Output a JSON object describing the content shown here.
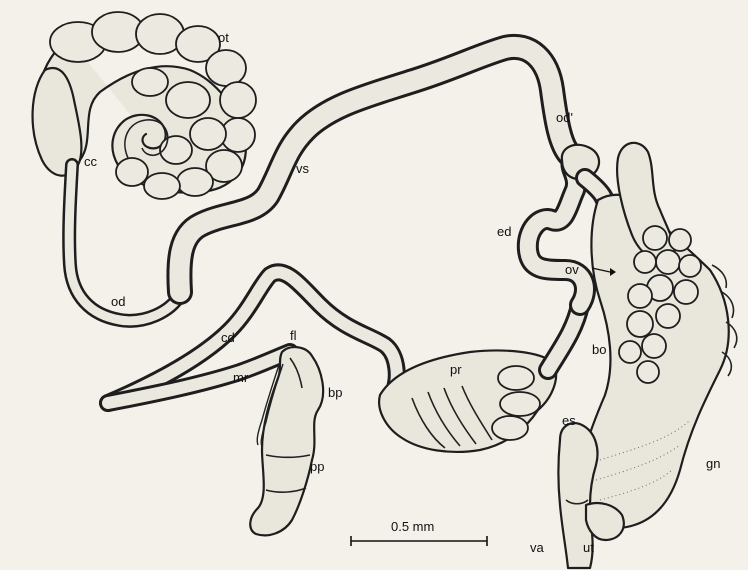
{
  "labels": {
    "ot": "ot",
    "cc": "cc",
    "vs": "vs",
    "od_prime": "od'",
    "ed": "ed",
    "ov": "ov",
    "od": "od",
    "cd": "cd",
    "fl": "fl",
    "pr": "pr",
    "bo": "bo",
    "mr": "mr",
    "bp": "bp",
    "pp": "pp",
    "es": "es",
    "gn": "gn",
    "va": "va",
    "ut": "ut"
  },
  "scale_bar": {
    "label": "0.5 mm"
  },
  "colors": {
    "ink": "#1e1e1e",
    "paper": "#f3f1ea",
    "tissue": "#e9e6dc"
  }
}
